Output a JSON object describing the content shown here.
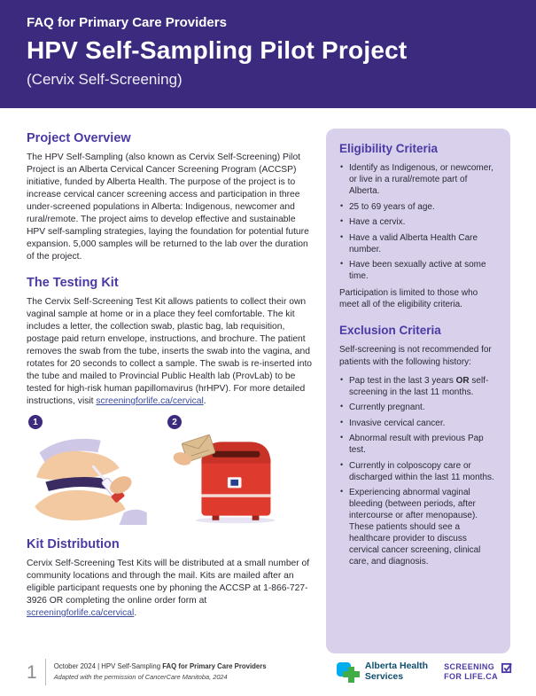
{
  "colors": {
    "header_background": "#3C2A7E",
    "heading_purple": "#4B3AA5",
    "sidebar_background": "#D9D1EC",
    "link": "#3A4BA0",
    "mailbox_red": "#DE3A2E",
    "ahs_blue": "#00AEEF",
    "ahs_green": "#41AD49",
    "sfl_purple": "#4B3AA5"
  },
  "header": {
    "eyebrow": "FAQ for Primary Care Providers",
    "title": "HPV Self-Sampling Pilot Project",
    "subtitle": "(Cervix Self-Screening)"
  },
  "main": {
    "project_overview": {
      "heading": "Project Overview",
      "body": "The HPV Self-Sampling (also known as Cervix Self-Screening) Pilot Project is an Alberta Cervical Cancer Screening Program (ACCSP) initiative, funded by Alberta Health. The purpose of the project is to increase cervical cancer screening access and participation in three under-screened populations in Alberta: Indigenous, newcomer and rural/remote. The project aims to develop effective and sustainable HPV self-sampling strategies, laying the foundation for potential future expansion. 5,000 samples will be returned to the lab over the duration of the project."
    },
    "testing_kit": {
      "heading": "The Testing Kit",
      "body_before_link": "The Cervix Self-Screening Test Kit allows patients to collect their own vaginal sample at home or in a place they feel comfortable. The kit includes a letter, the collection swab, plastic bag, lab requisition, postage paid return envelope, instructions, and brochure. The patient removes the swab from the tube, inserts the swab into the vagina, and rotates for 20 seconds to collect a sample. The swab is re-inserted into the tube and mailed to Provincial Public Health lab (ProvLab) to be tested for high-risk human papillomavirus (hrHPV). For more detailed instructions, visit ",
      "link_text": "screeningforlife.ca/cervical",
      "body_after_link": ".",
      "figure1_number": "1",
      "figure2_number": "2"
    },
    "kit_distribution": {
      "heading": "Kit Distribution",
      "body_before_link": "Cervix Self-Screening Test Kits will be distributed at a small number of community locations and through the mail. Kits are mailed after an eligible participant requests one by phoning the ACCSP at 1-866-727-3926 OR completing the online order form at ",
      "link_text": "screeningforlife.ca/cervical",
      "body_after_link": "."
    }
  },
  "sidebar": {
    "eligibility": {
      "heading": "Eligibility Criteria",
      "items": [
        "Identify as Indigenous, or newcomer, or live in a rural/remote part of Alberta.",
        "25 to 69 years of age.",
        "Have a cervix.",
        "Have a valid Alberta Health Care number.",
        "Have been sexually active at some time."
      ],
      "note": "Participation is limited to those who meet all of the eligibility criteria."
    },
    "exclusion": {
      "heading": "Exclusion Criteria",
      "intro": "Self-screening is not recommended for patients with the following history:",
      "item1_pre": "Pap test in the last 3 years ",
      "item1_bold": "OR",
      "item1_post": " self-screening in the last 11 months.",
      "items": [
        "Currently pregnant.",
        "Invasive cervical cancer.",
        "Abnormal result with previous Pap test.",
        "Currently in colposcopy care or discharged within the last 11 months.",
        "Experiencing abnormal vaginal bleeding (between periods, after intercourse or after menopause). These patients should see a healthcare provider to discuss cervical cancer screening, clinical care, and diagnosis."
      ]
    }
  },
  "footer": {
    "page_number": "1",
    "credit_normal": "October 2024  |  HPV Self-Sampling ",
    "credit_bold": "FAQ for Primary Care Providers",
    "credit_italic": "Adapted with the permission of CancerCare Manitoba, 2024",
    "ahs_line1": "Alberta Health",
    "ahs_line2": "Services",
    "sfl_line1": "SCREENING",
    "sfl_line2": "FOR LIFE.CA"
  }
}
